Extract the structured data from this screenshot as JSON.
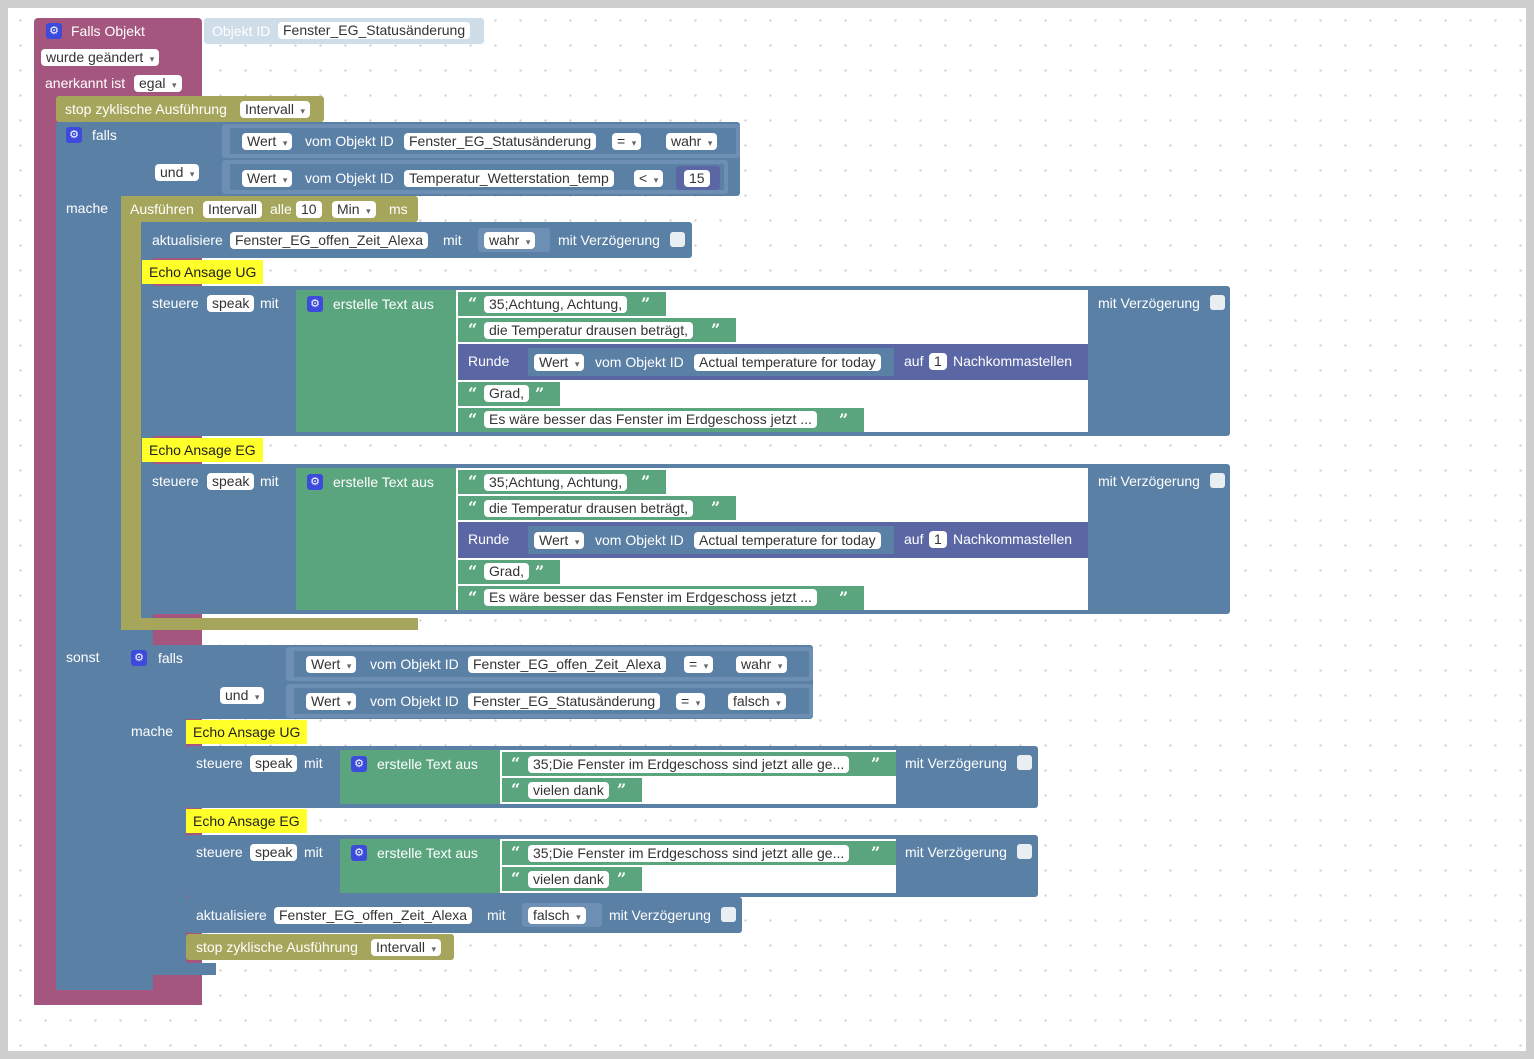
{
  "trigger": {
    "title": "Falls Objekt",
    "object_id_label": "Objekt ID",
    "object_id": "Fenster_EG_Statusänderung",
    "changed": "wurde geändert",
    "acknowledged_label": "anerkannt ist",
    "acknowledged_value": "egal"
  },
  "stop1": {
    "label": "stop zyklische Ausführung",
    "value": "Intervall"
  },
  "if1": {
    "falls": "falls",
    "mache": "mache",
    "sonst": "sonst",
    "und": "und",
    "cond1": {
      "wert": "Wert",
      "vom": "vom Objekt ID",
      "obj": "Fenster_EG_Statusänderung",
      "op": "=",
      "val": "wahr"
    },
    "cond2": {
      "wert": "Wert",
      "vom": "vom Objekt ID",
      "obj": "Temperatur_Wetterstation_temp",
      "op": "<",
      "val": "15"
    }
  },
  "interval": {
    "label": "Ausführen",
    "name": "Intervall",
    "alle": "alle",
    "count": "10",
    "unit": "Min",
    "ms": "ms"
  },
  "update1": {
    "label": "aktualisiere",
    "obj": "Fenster_EG_offen_Zeit_Alexa",
    "mit": "mit",
    "val": "wahr",
    "delay": "mit Verzögerung"
  },
  "echo": {
    "ug": "Echo Ansage UG",
    "eg": "Echo Ansage EG"
  },
  "control": {
    "label": "steuere",
    "obj": "speak",
    "mit": "mit",
    "delay": "mit Verzögerung"
  },
  "text": {
    "create": "erstelle Text aus",
    "t1": "35;Achtung, Achtung,",
    "t2": "die Temperatur drausen beträgt,",
    "t3": "Grad,",
    "t4": "Es wäre besser das Fenster im Erdgeschoss jetzt ...",
    "t5": "35;Die Fenster im Erdgeschoss sind jetzt alle ge...",
    "t6": "vielen dank"
  },
  "round": {
    "label": "Runde",
    "wert": "Wert",
    "vom": "vom Objekt ID",
    "obj": "Actual temperature for today",
    "auf": "auf",
    "n": "1",
    "nach": "Nachkommastellen"
  },
  "if2": {
    "falls": "falls",
    "mache": "mache",
    "und": "und",
    "cond1": {
      "wert": "Wert",
      "vom": "vom Objekt ID",
      "obj": "Fenster_EG_offen_Zeit_Alexa",
      "op": "=",
      "val": "wahr"
    },
    "cond2": {
      "wert": "Wert",
      "vom": "vom Objekt ID",
      "obj": "Fenster_EG_Statusänderung",
      "op": "=",
      "val": "falsch"
    }
  },
  "update2": {
    "label": "aktualisiere",
    "obj": "Fenster_EG_offen_Zeit_Alexa",
    "mit": "mit",
    "val": "falsch",
    "delay": "mit Verzögerung"
  },
  "stop2": {
    "label": "stop zyklische Ausführung",
    "value": "Intervall"
  },
  "colors": {
    "trigger": "#a5567e",
    "logic": "#5b80a5",
    "timer": "#a5a55b",
    "text": "#5ba57e",
    "math": "#5b67a5",
    "comment": "#ffff2a"
  }
}
